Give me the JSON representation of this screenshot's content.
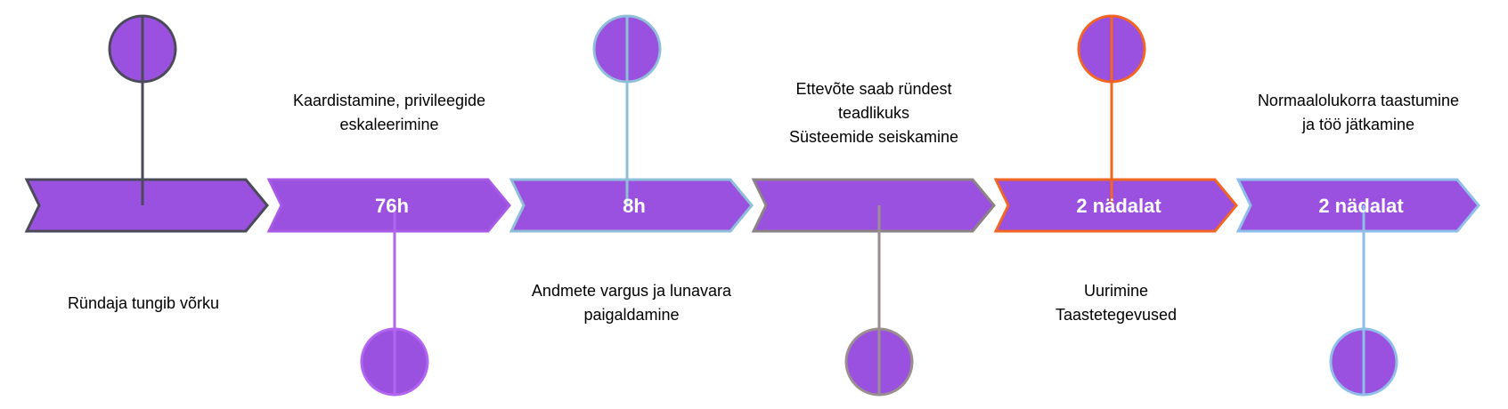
{
  "colors": {
    "arrow_fill": "#9b51e0",
    "circle_fill": "#9b51e0"
  },
  "steps": [
    {
      "duration": "",
      "caption": [
        "Ründaja tungib võrku"
      ],
      "marker": "up",
      "border_color": "#4a4a58",
      "stem_color": "#4a4a58"
    },
    {
      "duration": "76h",
      "caption": [
        "Kaardistamine, privileegide",
        "eskaleerimine"
      ],
      "marker": "down",
      "border_color": "#a85ae6",
      "stem_color": "#b266f0"
    },
    {
      "duration": "8h",
      "caption": [
        "Andmete vargus ja lunavara",
        "paigaldamine"
      ],
      "marker": "up",
      "border_color": "#8fbfd8",
      "stem_color": "#8fbfd8"
    },
    {
      "duration": "",
      "caption": [
        "Ettevõte saab ründest",
        "teadlikuks",
        "Süsteemide seiskamine"
      ],
      "marker": "down",
      "border_color": "#8c8484",
      "stem_color": "#9a8f8f"
    },
    {
      "duration": "2 nädalat",
      "caption": [
        "Uurimine",
        "Taastetegevused"
      ],
      "marker": "up",
      "border_color": "#f26522",
      "stem_color": "#f26522"
    },
    {
      "duration": "2 nädalat",
      "caption": [
        "Normaalolukorra taastumine",
        "ja töö jätkamine"
      ],
      "marker": "down",
      "border_color": "#8fbfe8",
      "stem_color": "#8fbfe8"
    }
  ]
}
